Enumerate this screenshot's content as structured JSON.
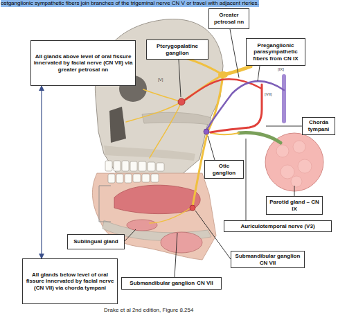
{
  "diagram": {
    "caption": "Drake et al 2nd edition, Figure 8.254",
    "nodes": [
      {
        "text": [
          "Greater petrosal nn"
        ]
      },
      {
        "text": [
          "All glands above level of oral fissure innervated by facial nerve (CN VII) via greater petrosal nn"
        ]
      },
      {
        "text": [
          "Pterygopalatine ganglion"
        ]
      },
      {
        "text": [
          "Preganglionic parasympathetic fibers from CN IX"
        ]
      },
      {
        "text": [
          "Chorda tympani"
        ]
      },
      {
        "text": [
          "Otic ganglion"
        ]
      },
      {
        "text": [
          "Parotid gland – CN IX"
        ]
      },
      {
        "text": [
          "Auriculotemporal nerve (V3)"
        ]
      },
      {
        "text": [
          "Sublingual gland"
        ]
      },
      {
        "text": [
          "Submandibular ganglion",
          "CN VII"
        ]
      },
      {
        "text": [
          "All glands below level of oral fissure innervated by facial nerve (CN VII) via chorda tympani"
        ]
      },
      {
        "text": [
          "Submandibular ganglion",
          "CN VII"
        ]
      }
    ],
    "edges": [
      {
        "from": 1,
        "to": 10,
        "arrow": "both"
      }
    ],
    "labels": [
      "ostganglionic sympathetic fibers join branches of the trigeminal nerve CN V or travel with adjacent rteries.",
      "[V]",
      "[VII]",
      "[IX]"
    ]
  }
}
